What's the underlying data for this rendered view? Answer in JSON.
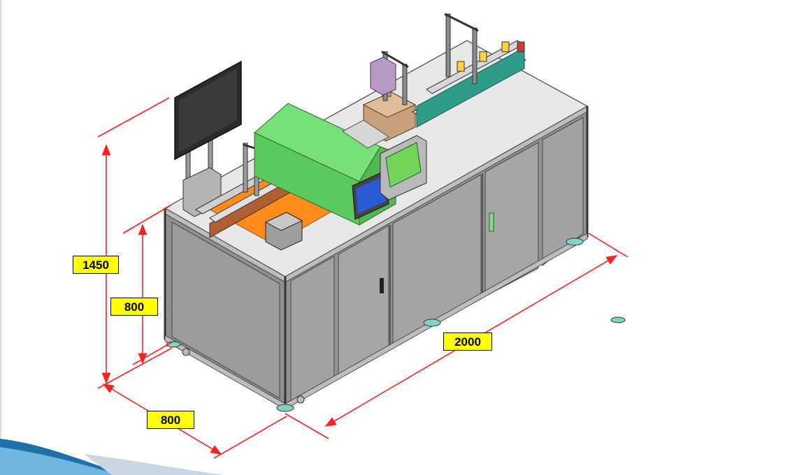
{
  "dimensions": {
    "height_total": "1450",
    "height_table": "800",
    "depth": "800",
    "length": "2000"
  },
  "colors": {
    "dimension_line": "#ff2020",
    "label_bg": "#ffff00",
    "frame_gray": "#8c8c8c",
    "panel_gray": "#9a9a9a",
    "cover_green": "#6cd66a",
    "plate_orange": "#ff8c1a",
    "conveyor_teal": "#2f9c8a",
    "monitor_black": "#1f1f1f",
    "screen_blue": "#2a5bd7",
    "heater_tan": "#c9a079",
    "foot_teal": "#7fd3c6"
  },
  "icons": [
    "touch-screen-monitor",
    "door-handle",
    "caster-wheel",
    "leveling-foot"
  ]
}
